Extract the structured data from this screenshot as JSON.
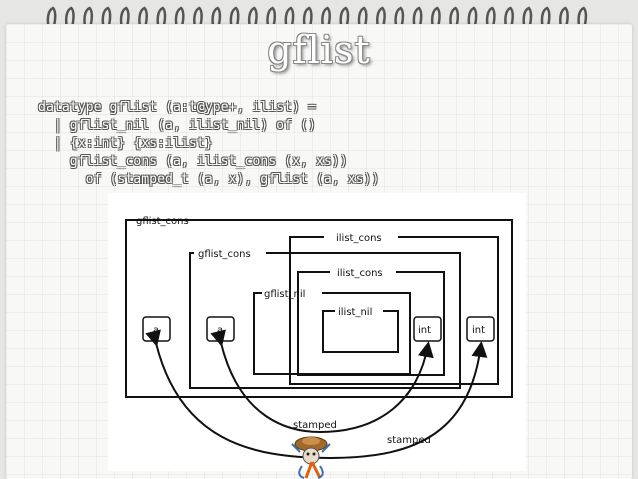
{
  "slide": {
    "title": "gflist",
    "code_lines": [
      "datatype gflist (a:t@ype+, ilist) =",
      "  | gflist_nil (a, ilist_nil) of ()",
      "  | {x:int} {xs:ilist}",
      "    gflist_cons (a, ilist_cons (x, xs))",
      "      of (stamped_t (a, x), gflist (a, xs))"
    ]
  },
  "diagram": {
    "labels": {
      "outer_gflist_cons": "gflist_cons",
      "inner_gflist_cons": "gflist_cons",
      "outer_ilist_cons": "ilist_cons",
      "inner_ilist_cons": "ilist_cons",
      "gflist_nil": "gflist_nil",
      "ilist_nil": "ilist_nil",
      "cell_a_1": "a",
      "cell_a_2": "a",
      "cell_int_1": "int",
      "cell_int_2": "int",
      "arrow_stamped_inner": "stamped",
      "arrow_stamped_outer": "stamped"
    }
  }
}
